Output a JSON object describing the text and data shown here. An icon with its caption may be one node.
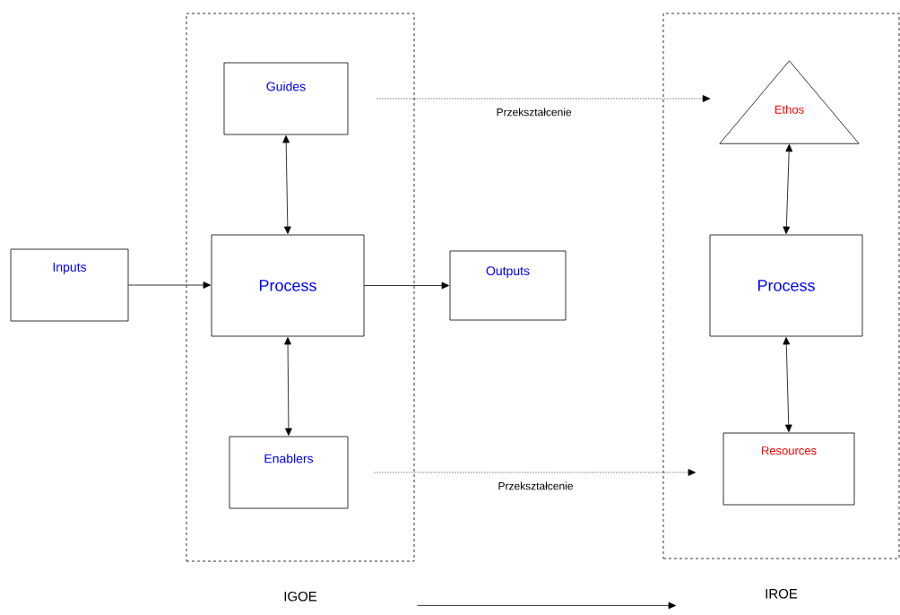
{
  "diagram": {
    "nodes": [
      {
        "text": [
          "IGOE"
        ]
      },
      {
        "text": [
          "Guides"
        ],
        "in": 0
      },
      {
        "text": [
          "Process"
        ],
        "in": 0
      },
      {
        "text": [
          "Enablers"
        ],
        "in": 0
      },
      {
        "text": [
          "Inputs"
        ]
      },
      {
        "text": [
          "Outputs"
        ]
      },
      {
        "text": [
          "IROE"
        ]
      },
      {
        "text": [
          "Ethos"
        ],
        "in": 6
      },
      {
        "text": [
          "Process"
        ],
        "in": 6
      },
      {
        "text": [
          "Resources"
        ],
        "in": 6
      }
    ],
    "edges": [
      {
        "from": 4,
        "to": 2,
        "arrow": "to"
      },
      {
        "from": 2,
        "to": 5,
        "arrow": "to"
      },
      {
        "from": 1,
        "to": 2,
        "arrow": "both"
      },
      {
        "from": 2,
        "to": 3,
        "arrow": "both"
      },
      {
        "from": 1,
        "to": 7,
        "arrow": "to",
        "label": "Przekształcenie",
        "style": "dashed"
      },
      {
        "from": 3,
        "to": 9,
        "arrow": "to",
        "label": "Przekształcenie",
        "style": "dashed"
      },
      {
        "from": 7,
        "to": 8,
        "arrow": "both"
      },
      {
        "from": 8,
        "to": 9,
        "arrow": "both"
      },
      {
        "from": 0,
        "to": 6,
        "arrow": "to"
      }
    ]
  }
}
